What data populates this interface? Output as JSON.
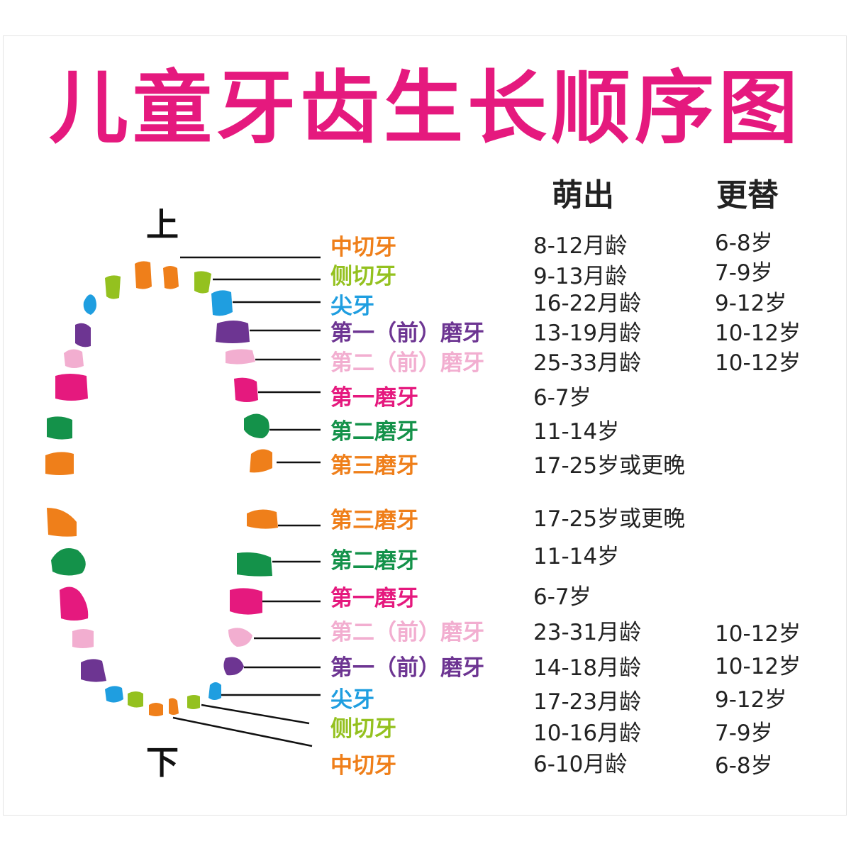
{
  "title": "儿童牙齿生长顺序图",
  "headers": {
    "eruption": "萌出",
    "replacement": "更替"
  },
  "jaw": {
    "upper": "上",
    "lower": "下"
  },
  "colors": {
    "central_incisor": "#ef7f1a",
    "lateral_incisor": "#94c11f",
    "canine": "#1f9ee0",
    "first_premolar": "#6d3592",
    "second_premolar": "#f2aed0",
    "first_molar": "#e5197e",
    "second_molar": "#14924a",
    "third_molar": "#ef7f1a",
    "title": "#e5197e"
  },
  "upper_rows": [
    {
      "tooth": "中切牙",
      "eruption": "8-12月龄",
      "replacement": "6-8岁",
      "color": "#ef7f1a"
    },
    {
      "tooth": "侧切牙",
      "eruption": "9-13月龄",
      "replacement": "7-9岁",
      "color": "#94c11f"
    },
    {
      "tooth": "尖牙",
      "eruption": "16-22月龄",
      "replacement": "9-12岁",
      "color": "#1f9ee0"
    },
    {
      "tooth": "第一（前）磨牙",
      "eruption": "13-19月龄",
      "replacement": "10-12岁",
      "color": "#6d3592"
    },
    {
      "tooth": "第二（前）磨牙",
      "eruption": "25-33月龄",
      "replacement": "10-12岁",
      "color": "#f2aed0"
    },
    {
      "tooth": "第一磨牙",
      "eruption": "6-7岁",
      "replacement": "",
      "color": "#e5197e"
    },
    {
      "tooth": "第二磨牙",
      "eruption": "11-14岁",
      "replacement": "",
      "color": "#14924a"
    },
    {
      "tooth": "第三磨牙",
      "eruption": "17-25岁或更晚",
      "replacement": "",
      "color": "#ef7f1a"
    }
  ],
  "lower_rows": [
    {
      "tooth": "第三磨牙",
      "eruption": "17-25岁或更晚",
      "replacement": "",
      "color": "#ef7f1a"
    },
    {
      "tooth": "第二磨牙",
      "eruption": "11-14岁",
      "replacement": "",
      "color": "#14924a"
    },
    {
      "tooth": "第一磨牙",
      "eruption": "6-7岁",
      "replacement": "",
      "color": "#e5197e"
    },
    {
      "tooth": "第二（前）磨牙",
      "eruption": "23-31月龄",
      "replacement": "10-12岁",
      "color": "#f2aed0"
    },
    {
      "tooth": "第一（前）磨牙",
      "eruption": "14-18月龄",
      "replacement": "10-12岁",
      "color": "#6d3592"
    },
    {
      "tooth": "尖牙",
      "eruption": "17-23月龄",
      "replacement": "9-12岁",
      "color": "#1f9ee0"
    },
    {
      "tooth": "侧切牙",
      "eruption": "10-16月龄",
      "replacement": "7-9岁",
      "color": "#94c11f"
    },
    {
      "tooth": "中切牙",
      "eruption": "6-10月龄",
      "replacement": "6-8岁",
      "color": "#ef7f1a"
    }
  ]
}
